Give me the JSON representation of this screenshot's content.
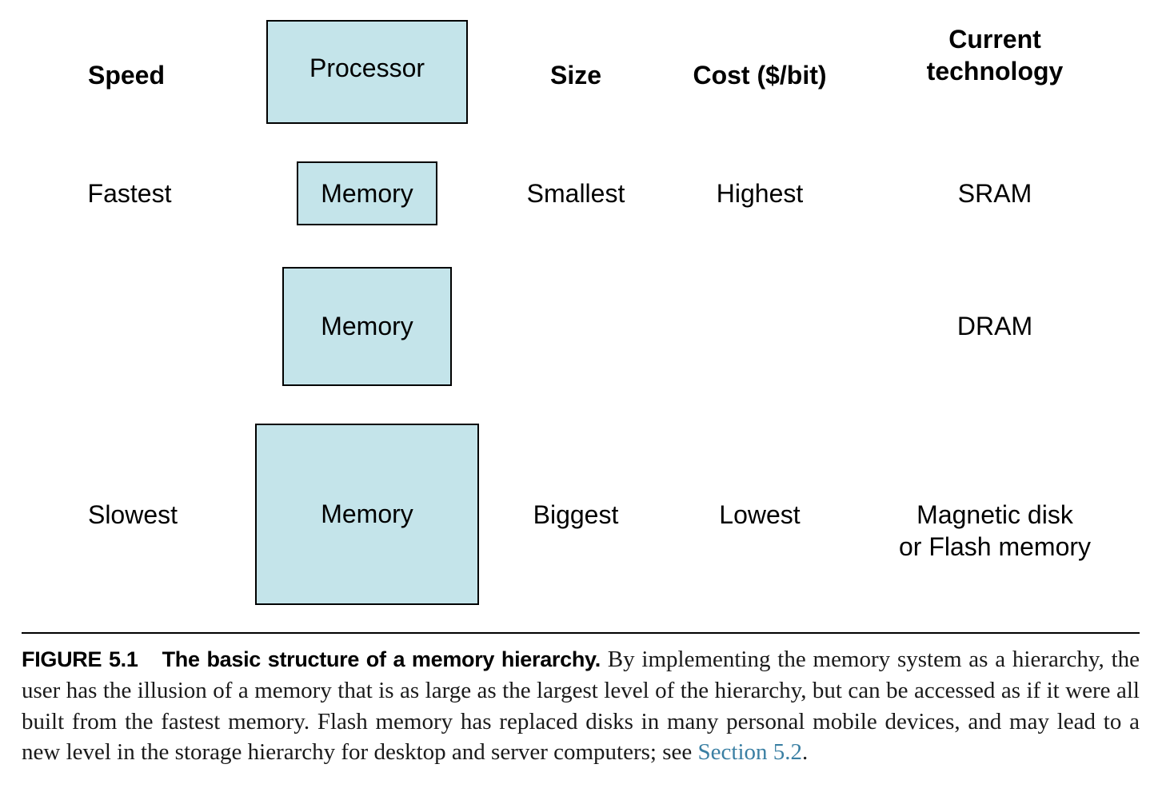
{
  "headers": {
    "speed": "Speed",
    "size": "Size",
    "cost": "Cost ($/bit)",
    "technology_line1": "Current",
    "technology_line2": "technology"
  },
  "boxes": {
    "processor": "Processor",
    "level1": "Memory",
    "level2": "Memory",
    "level3": "Memory"
  },
  "rows": {
    "fastest": {
      "speed": "Fastest",
      "size": "Smallest",
      "cost": "Highest",
      "technology": "SRAM"
    },
    "middle": {
      "technology": "DRAM"
    },
    "slowest": {
      "speed": "Slowest",
      "size": "Biggest",
      "cost": "Lowest",
      "technology_line1": "Magnetic disk",
      "technology_line2": "or Flash memory"
    }
  },
  "caption": {
    "label": "FIGURE 5.1",
    "title": "The basic structure of a memory hierarchy.",
    "body": " By implementing the memory system as a hierarchy, the user has the illusion of a memory that is as large as the largest level of the hierarchy, but can be accessed as if it were all built from the fastest memory. Flash memory has replaced disks in many personal mobile devices, and may lead to a new level in the storage hierarchy for desktop and server computers; see ",
    "link": "Section 5.2",
    "end": "."
  },
  "colors": {
    "box_fill": "#c4e4ea",
    "link": "#3a7fa3"
  }
}
